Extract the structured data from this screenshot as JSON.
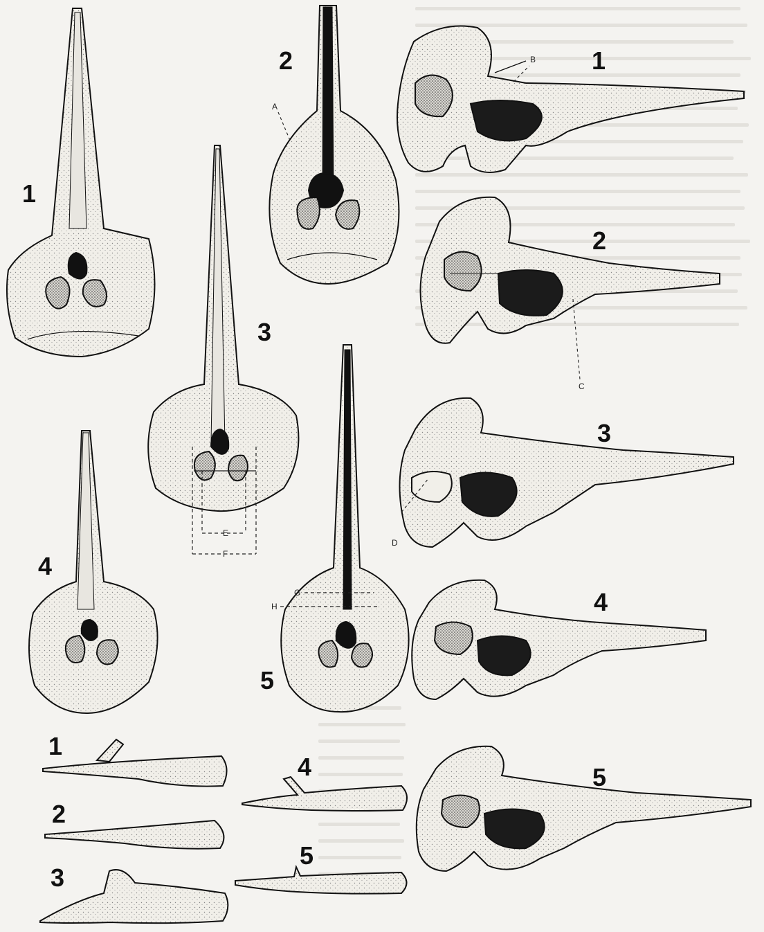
{
  "figure_numbers": {
    "dorsal": [
      "1",
      "2",
      "3",
      "4",
      "5"
    ],
    "lateral": [
      "1",
      "2",
      "3",
      "4",
      "5"
    ],
    "mandible": [
      "1",
      "2",
      "3",
      "4",
      "5"
    ]
  },
  "reference_letters": {
    "A": "A",
    "B": "B",
    "C": "C",
    "D": "D",
    "E": "E",
    "F": "F",
    "G": "G",
    "H": "H"
  },
  "colors": {
    "ink": "#111111",
    "bone": "#f1efe9",
    "cavity": "#1b1b1b",
    "paper": "#f4f3f0"
  }
}
